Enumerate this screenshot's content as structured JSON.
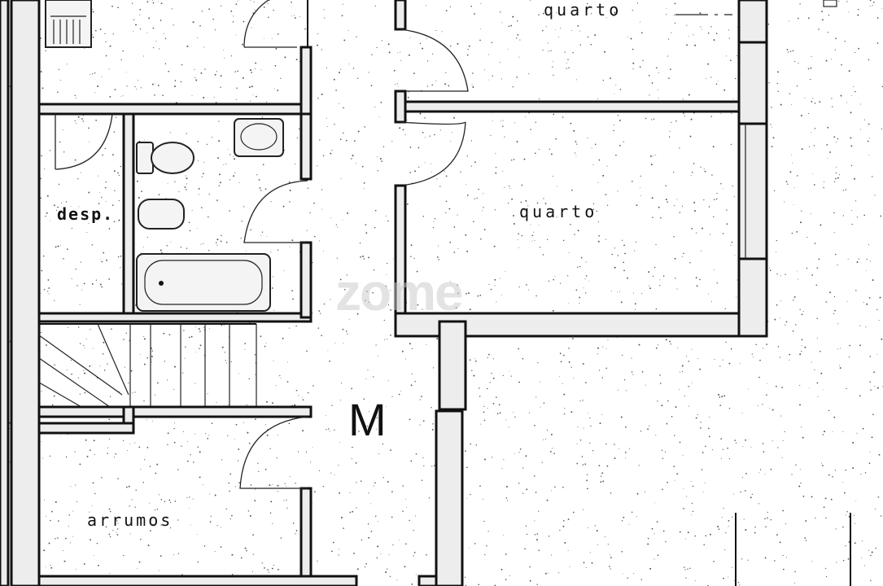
{
  "labels": {
    "room_top_right": "quarto",
    "room_middle_right": "quarto",
    "storage_small": "desp.",
    "storage_large": "arrumos",
    "corridor_letter": "M"
  },
  "watermark": "zome",
  "colors": {
    "ink": "#111111",
    "wall_fill": "#ededed",
    "paper": "#ffffff"
  }
}
